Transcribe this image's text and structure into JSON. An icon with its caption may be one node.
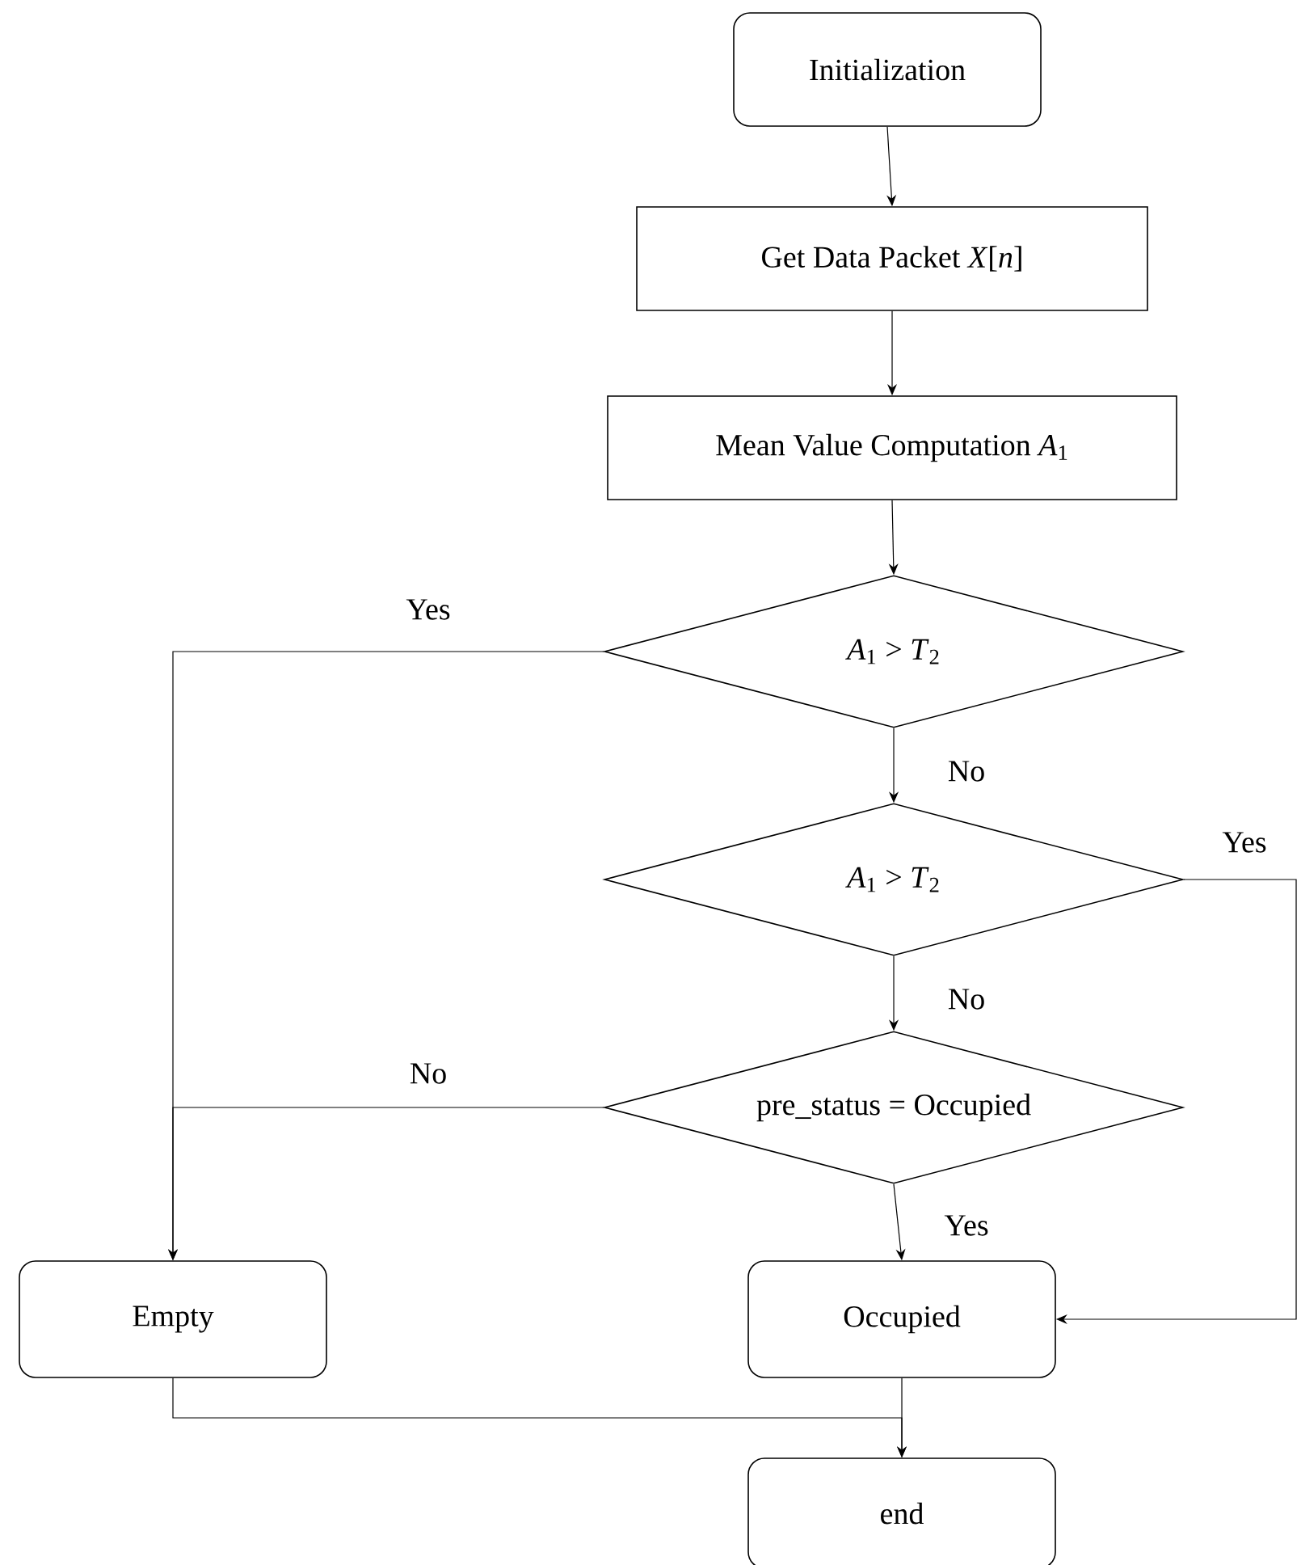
{
  "diagram": {
    "nodes": [
      {
        "text": [
          "Initialization"
        ]
      },
      {
        "text": [
          "Get Data Packet *X*[*n*]"
        ]
      },
      {
        "text": [
          "Mean Value Computation *A*$_{1}$"
        ]
      },
      {
        "text": [
          "*A*$_{1}$ > *T*$_{2}$"
        ]
      },
      {
        "text": [
          "*A*$_{1}$ > *T*$_{2}$"
        ]
      },
      {
        "text": [
          "pre_status = Occupied"
        ]
      },
      {
        "text": [
          "Empty"
        ]
      },
      {
        "text": [
          "Occupied"
        ]
      },
      {
        "text": [
          "end"
        ]
      }
    ],
    "edges": [
      {
        "from": 0,
        "to": 1,
        "arrow": "to"
      },
      {
        "from": 1,
        "to": 2,
        "arrow": "to"
      },
      {
        "from": 2,
        "to": 3,
        "arrow": "to"
      },
      {
        "from": 3,
        "to": 6,
        "arrow": "to",
        "label": "Yes"
      },
      {
        "from": 3,
        "to": 4,
        "arrow": "to",
        "label": "No"
      },
      {
        "from": 4,
        "to": 7,
        "arrow": "to",
        "label": "Yes"
      },
      {
        "from": 4,
        "to": 5,
        "arrow": "to",
        "label": "No"
      },
      {
        "from": 5,
        "to": 6,
        "arrow": "to",
        "label": "No"
      },
      {
        "from": 5,
        "to": 7,
        "arrow": "to",
        "label": "Yes"
      },
      {
        "from": 6,
        "to": 8,
        "arrow": "to"
      },
      {
        "from": 7,
        "to": 8,
        "arrow": "to"
      }
    ]
  }
}
